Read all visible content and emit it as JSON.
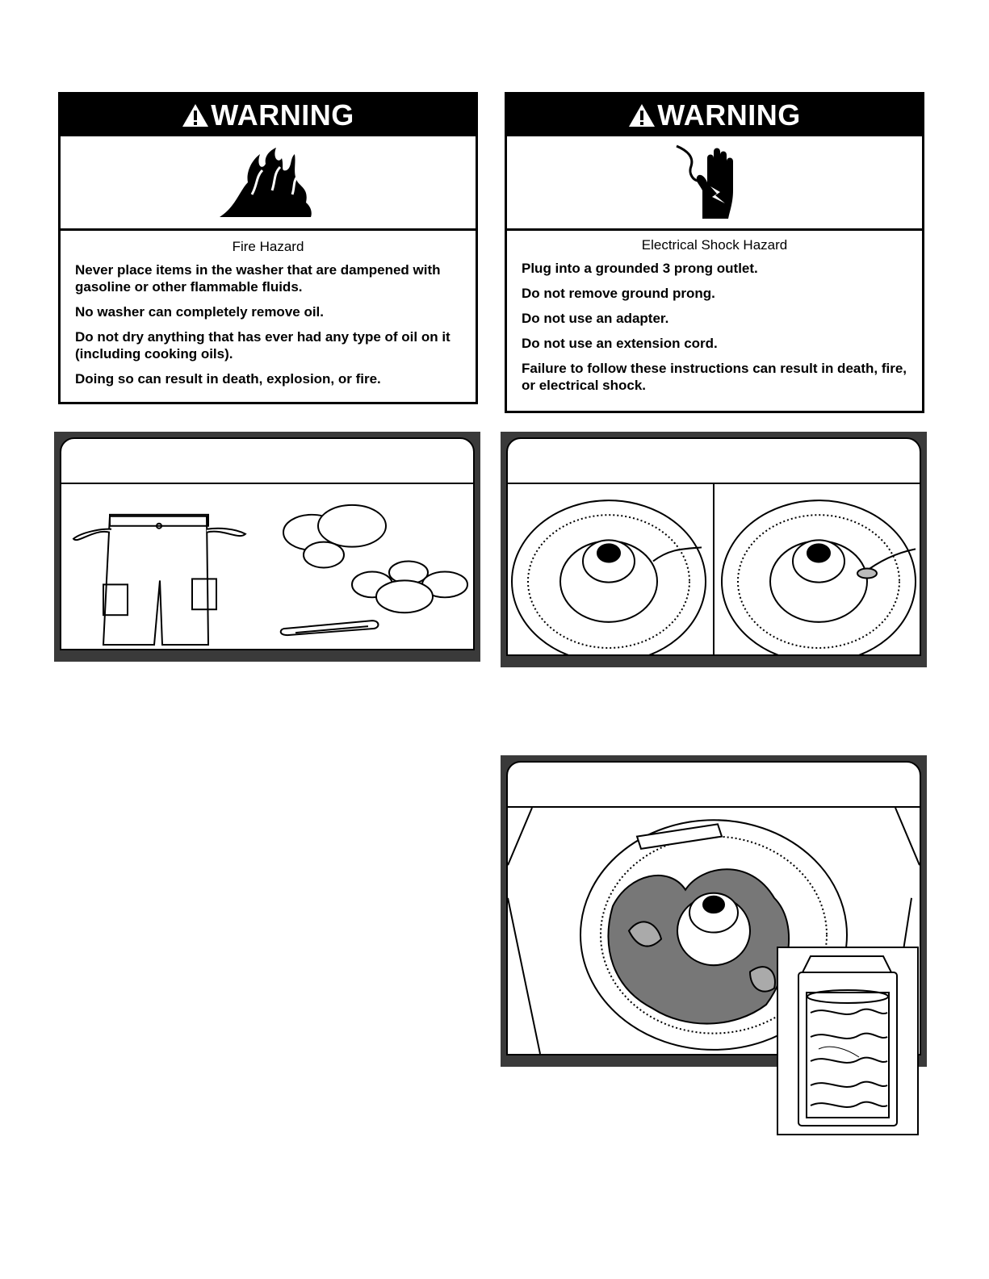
{
  "warnings": [
    {
      "header": "WARNING",
      "icon": "fire-icon",
      "title": "Fire Hazard",
      "lines": [
        "Never place items in the washer that are dampened with gasoline or other flammable fluids.",
        "No washer can completely remove oil.",
        "Do not dry anything that has ever had any type of oil on it (including cooking oils).",
        "Doing so can result in death, explosion, or fire."
      ]
    },
    {
      "header": "WARNING",
      "icon": "electrical-shock-hand-icon",
      "title": "Electrical Shock Hazard",
      "lines": [
        "Plug into a grounded 3 prong outlet.",
        "Do not remove ground prong.",
        "Do not use an adapter.",
        "Do not use an extension cord.",
        "Failure to follow these instructions can result in death, fire, or electrical shock."
      ]
    }
  ],
  "illustrations": [
    {
      "name": "empty-pockets-illustration",
      "icon": "pants-coins-buttons-pins"
    },
    {
      "name": "add-detergent-illustration",
      "icon": "washer-basket-pour"
    },
    {
      "name": "load-washer-illustration",
      "icon": "washer-loaded-clothes"
    }
  ],
  "colors": {
    "panel_frame": "#3a3a3a",
    "ink": "#000000",
    "paper": "#ffffff"
  }
}
